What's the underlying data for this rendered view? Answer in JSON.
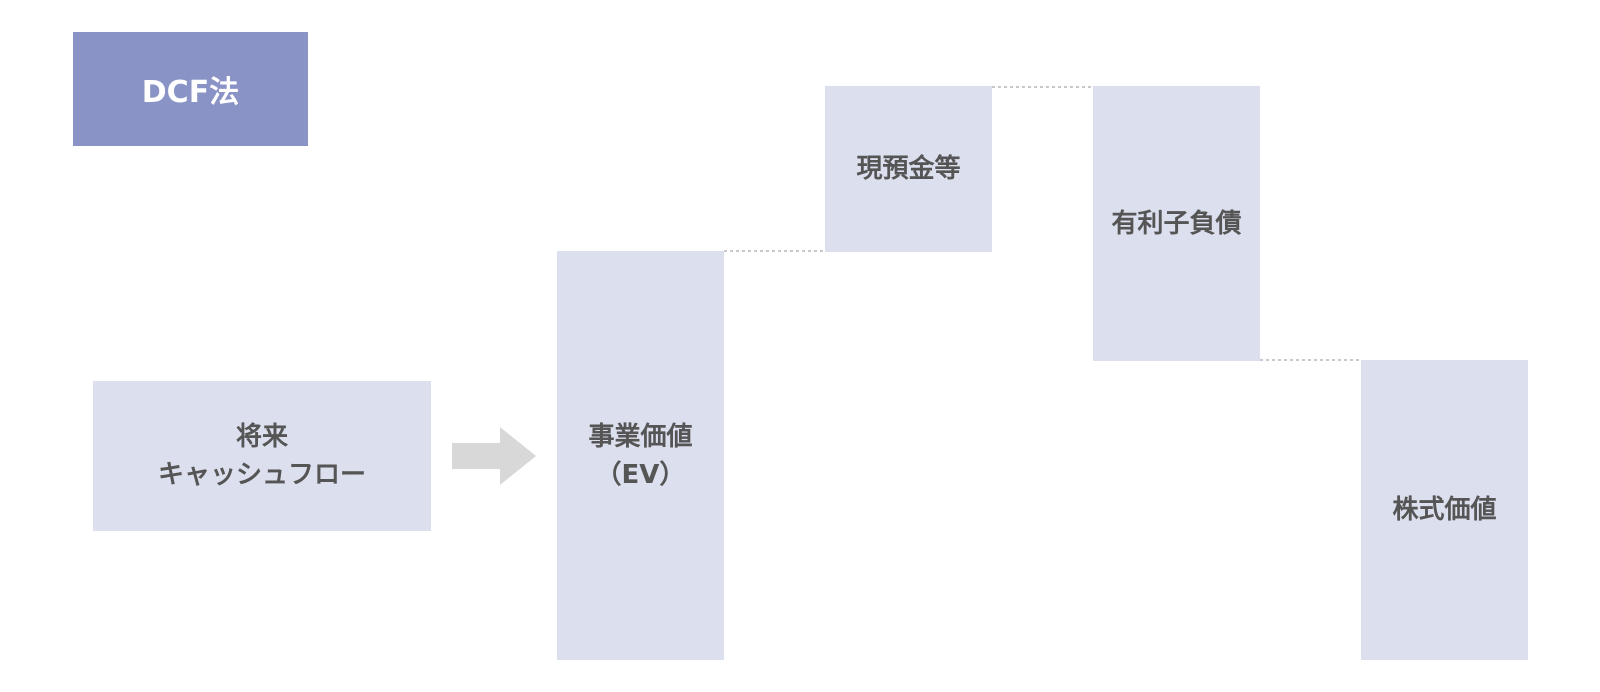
{
  "title": "DCF法",
  "future_cash_flow": {
    "line1": "将来",
    "line2": "キャッシュフロー"
  },
  "enterprise_value": {
    "line1": "事業価値",
    "line2": "（EV）"
  },
  "cash_equivalents": "現預金等",
  "interest_bearing_debt": "有利子負債",
  "equity_value": "株式価値",
  "colors": {
    "title_box": "#8a93c6",
    "box_fill": "#dcdfed",
    "arrow": "#d8d8d8",
    "connector": "#c8c8cc",
    "text": "#555555"
  }
}
